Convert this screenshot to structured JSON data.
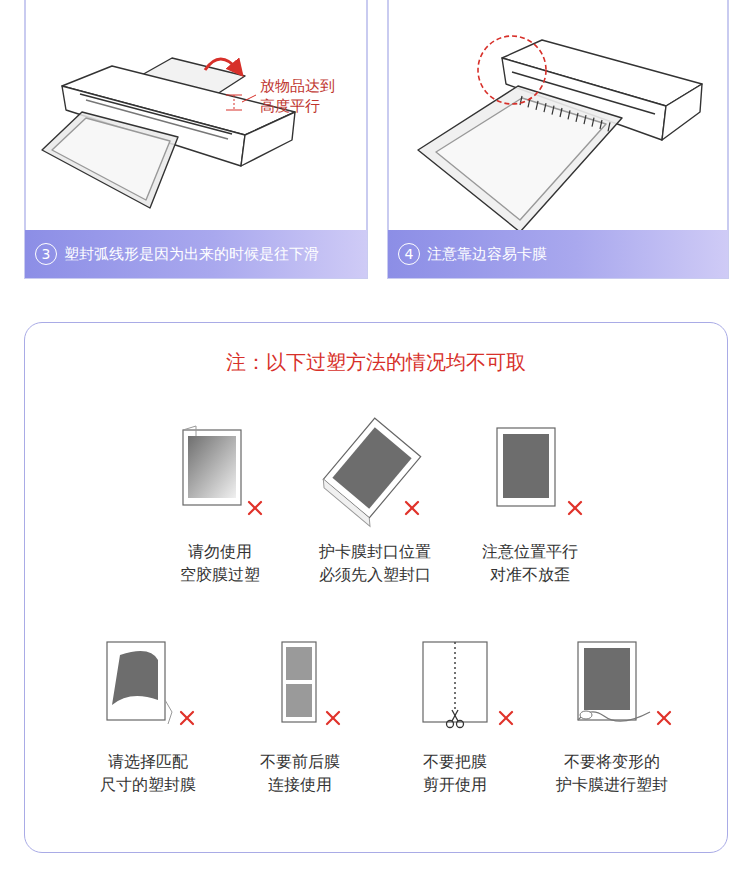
{
  "diagram": {
    "title": "注：以下过塑方法的情况均不可取",
    "nodes": [
      {
        "text": [
          "3",
          "塑封弧线形是因为出来的时候是往下滑"
        ]
      },
      {
        "text": [
          "4",
          "注意靠边容易卡膜"
        ]
      },
      {
        "text": [
          "注：以下过塑方法的情况均不可取"
        ]
      }
    ],
    "labels": [
      "放物品达到 高度平行",
      "请勿使用 空胶膜过塑",
      "护卡膜封口位置 必须先入塑封口",
      "注意位置平行 对准不放歪",
      "请选择匹配 尺寸的塑封膜",
      "不要前后膜 连接使用",
      "不要把膜 剪开使用",
      "不要将变形的 护卡膜进行塑封"
    ]
  }
}
